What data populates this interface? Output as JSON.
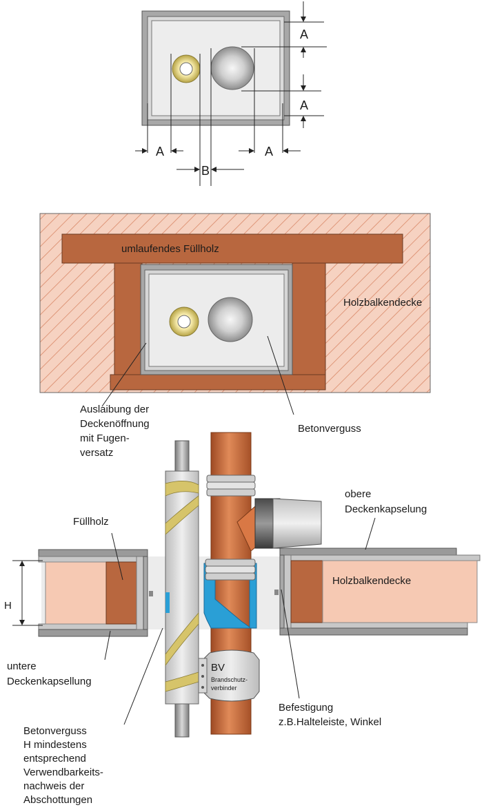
{
  "dimensions": {
    "a_right_top": "A",
    "a_right_bottom": "A",
    "a_bottom_left": "A",
    "a_bottom_right": "A",
    "b_bottom": "B"
  },
  "plan_view": {
    "fill_wood_label": "umlaufendes Füllholz",
    "beam_ceiling_label": "Holzbalkendecke",
    "reveal_label": [
      "Auslaibung der",
      "Deckenöffnung",
      "mit Fugen-",
      "versatz"
    ],
    "concrete_label": "Betonverguss"
  },
  "section_view": {
    "fill_wood_label": "Füllholz",
    "upper_encapsulation_label": [
      "obere",
      "Deckenkapselung"
    ],
    "beam_ceiling_label": "Holzbalkendecke",
    "height_label": "H",
    "lower_encapsulation_label": [
      "untere",
      "Deckenkapsellung"
    ],
    "connector_code": "BV",
    "connector_label": [
      "Brandschutz-",
      "verbinder"
    ],
    "fixing_label": [
      "Befestigung",
      "z.B.Halteleiste, Winkel"
    ],
    "concrete_label": [
      "Betonverguss",
      "H mindestens",
      "entsprechend",
      "Verwendbarkeits-",
      "nachweis der",
      "Abschottungen"
    ]
  },
  "colors": {
    "wood": "#b8673f",
    "hatch_bg": "#f3c4ae",
    "hatch_line": "#d98868",
    "frame": "#888888",
    "concrete": "#e6e6e6",
    "copper": "#c8693a",
    "blue_sleeve": "#2a9fd6",
    "yellow_wrap": "#d6c46a",
    "panel_pink": "#f6c9b3"
  }
}
